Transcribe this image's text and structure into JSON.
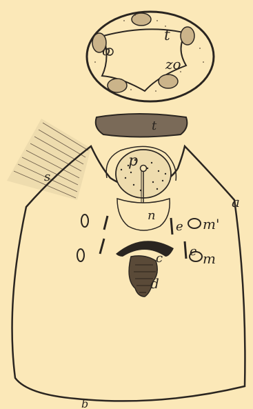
{
  "colors": {
    "paper": "#fbe8b8",
    "ink": "#2a2520",
    "stipple": "#5a4a38"
  },
  "labels": {
    "t_upper": "t",
    "o_left": "o",
    "zo": "zo",
    "t_mid": "t",
    "s": "s",
    "p": "p",
    "n": "n",
    "a": "a",
    "m_prime": "m'",
    "c": "c",
    "e_upper": "e",
    "e_lower": "e",
    "m": "m",
    "d": "d",
    "b": "b"
  }
}
